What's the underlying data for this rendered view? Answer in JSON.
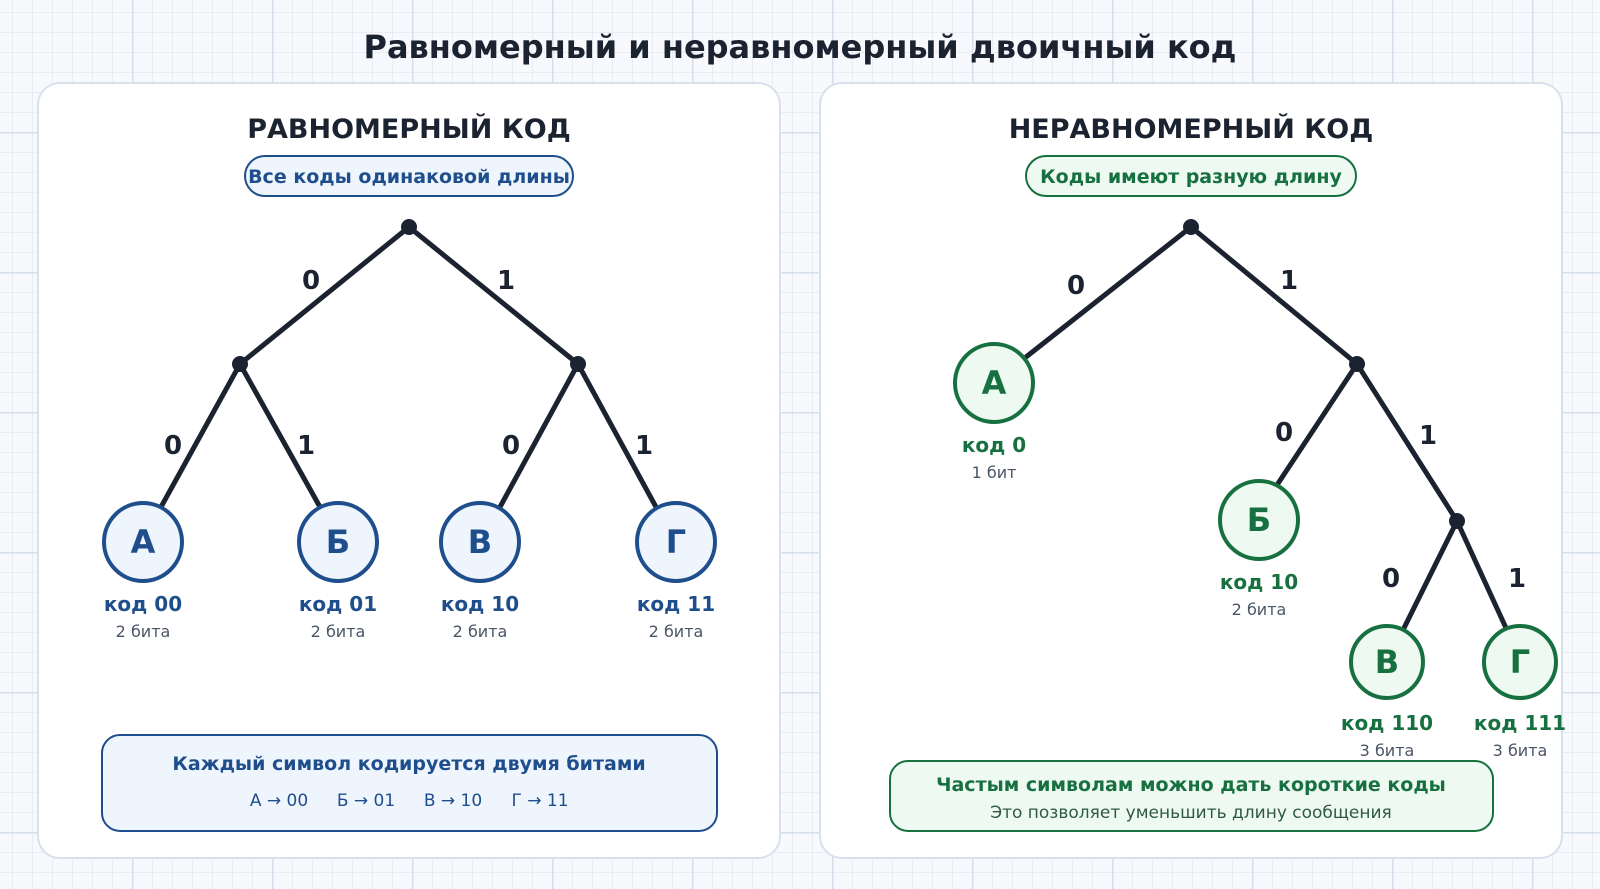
{
  "title": "Равномерный и неравномерный двоичный код",
  "colors": {
    "uniform_accent": "#1f4e8c",
    "uniform_fill": "#eef5fd",
    "nonuniform_accent": "#17703f",
    "nonuniform_fill": "#edf9f1",
    "edge": "#1c2330"
  },
  "uniform": {
    "title": "РАВНОМЕРНЫЙ КОД",
    "pill": "Все коды одинаковой длины",
    "edge_labels": [
      "0",
      "1",
      "0",
      "1",
      "0",
      "1"
    ],
    "leaves": [
      {
        "letter": "А",
        "code": "код 00",
        "bits": "2 бита"
      },
      {
        "letter": "Б",
        "code": "код 01",
        "bits": "2 бита"
      },
      {
        "letter": "В",
        "code": "код 10",
        "bits": "2 бита"
      },
      {
        "letter": "Г",
        "code": "код 11",
        "bits": "2 бита"
      }
    ],
    "note": {
      "title": "Каждый символ кодируется двумя битами",
      "mappings": [
        "А → 00",
        "Б → 01",
        "В → 10",
        "Г → 11"
      ]
    }
  },
  "nonuniform": {
    "title": "НЕРАВНОМЕРНЫЙ КОД",
    "pill": "Коды имеют разную длину",
    "edge_labels": [
      "0",
      "1",
      "0",
      "1",
      "0",
      "1"
    ],
    "leaves": [
      {
        "letter": "А",
        "code": "код 0",
        "bits": "1 бит"
      },
      {
        "letter": "Б",
        "code": "код 10",
        "bits": "2 бита"
      },
      {
        "letter": "В",
        "code": "код 110",
        "bits": "3 бита"
      },
      {
        "letter": "Г",
        "code": "код 111",
        "bits": "3 бита"
      }
    ],
    "note": {
      "title": "Частым символам можно дать короткие коды",
      "subtitle": "Это позволяет уменьшить длину сообщения"
    }
  }
}
